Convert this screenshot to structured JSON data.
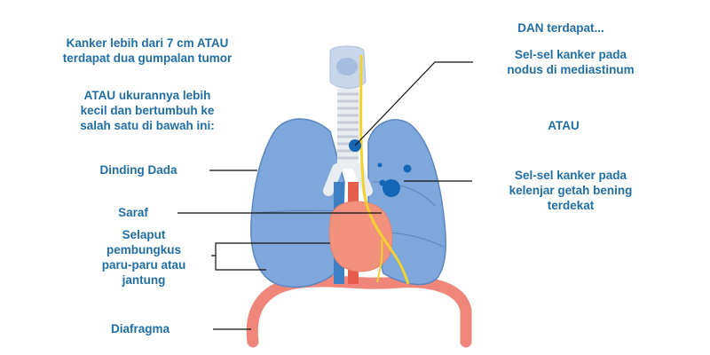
{
  "colors": {
    "label_text": "#1f6fa6",
    "lung_fill": "#7ea8dc",
    "lung_stroke": "#5b86c0",
    "tumor": "#1565b5",
    "nerve": "#f2d22e",
    "heart": "#f2917c",
    "aorta": "#e45d4d",
    "vena_cava": "#3d7fc1",
    "diaphragm": "#f0857a",
    "trachea": "#d8dde6",
    "leader_line": "#111111"
  },
  "labels": {
    "left_intro": [
      "Kanker lebih dari 7 cm ATAU",
      "terdapat dua gumpalan tumor"
    ],
    "left_or": [
      "ATAU ukurannya lebih",
      "kecil dan bertumbuh ke",
      "salah satu di bawah ini:"
    ],
    "chest_wall": "Dinding Dada",
    "nerve": "Saraf",
    "pleura": [
      "Selaput",
      "pembungkus",
      "paru-paru atau",
      "jantung"
    ],
    "diaphragm": "Diafragma",
    "right_intro": "DAN terdapat...",
    "mediastinal": [
      "Sel-sel kanker pada",
      "nodus di mediastinum"
    ],
    "right_or": "ATAU",
    "nearby_nodes": [
      "Sel-sel kanker pada",
      "kelenjar getah bening",
      "terdekat"
    ]
  }
}
